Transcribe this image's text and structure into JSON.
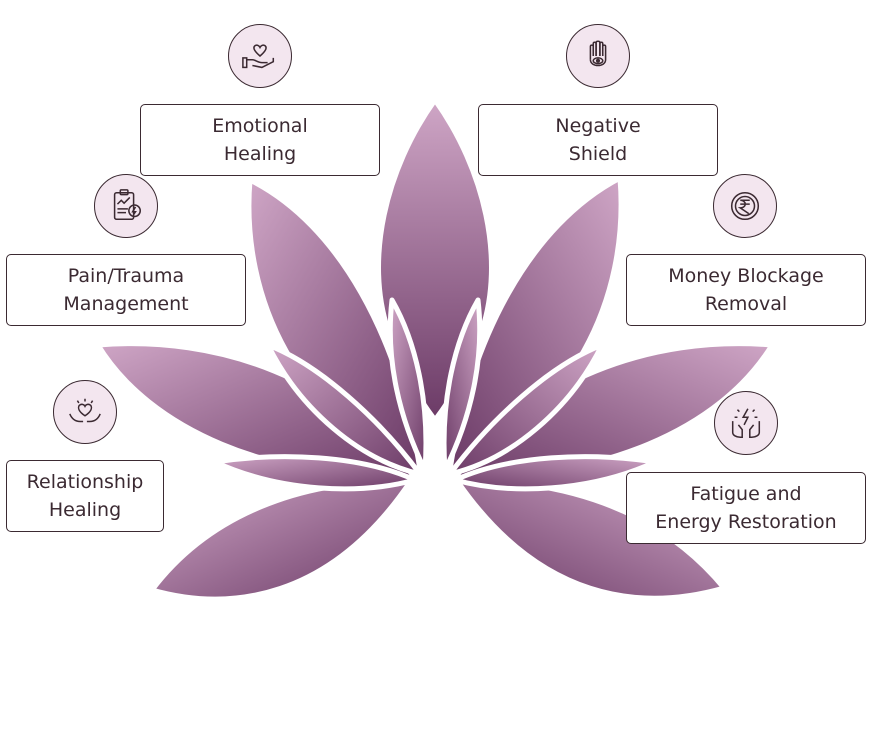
{
  "colors": {
    "petal_light": "#c9a0c0",
    "petal_dark": "#6b3a66",
    "outline": "#3b2a32",
    "icon_bg": "#f3e6ef"
  },
  "labels": {
    "emotional": [
      "Emotional",
      "Healing"
    ],
    "negative": [
      "Negative",
      "Shield"
    ],
    "pain": [
      "Pain/Trauma",
      "Management"
    ],
    "money": [
      "Money Blockage",
      "Removal"
    ],
    "relationship": [
      "Relationship",
      "Healing"
    ],
    "fatigue": [
      "Fatigue and",
      "Energy Restoration"
    ]
  },
  "icons": {
    "emotional": "heart-in-hand-icon",
    "negative": "hamsa-hand-icon",
    "pain": "clipboard-chart-icon",
    "money": "rupee-coin-icon",
    "relationship": "heart-hands-icon",
    "fatigue": "energy-hands-icon"
  }
}
